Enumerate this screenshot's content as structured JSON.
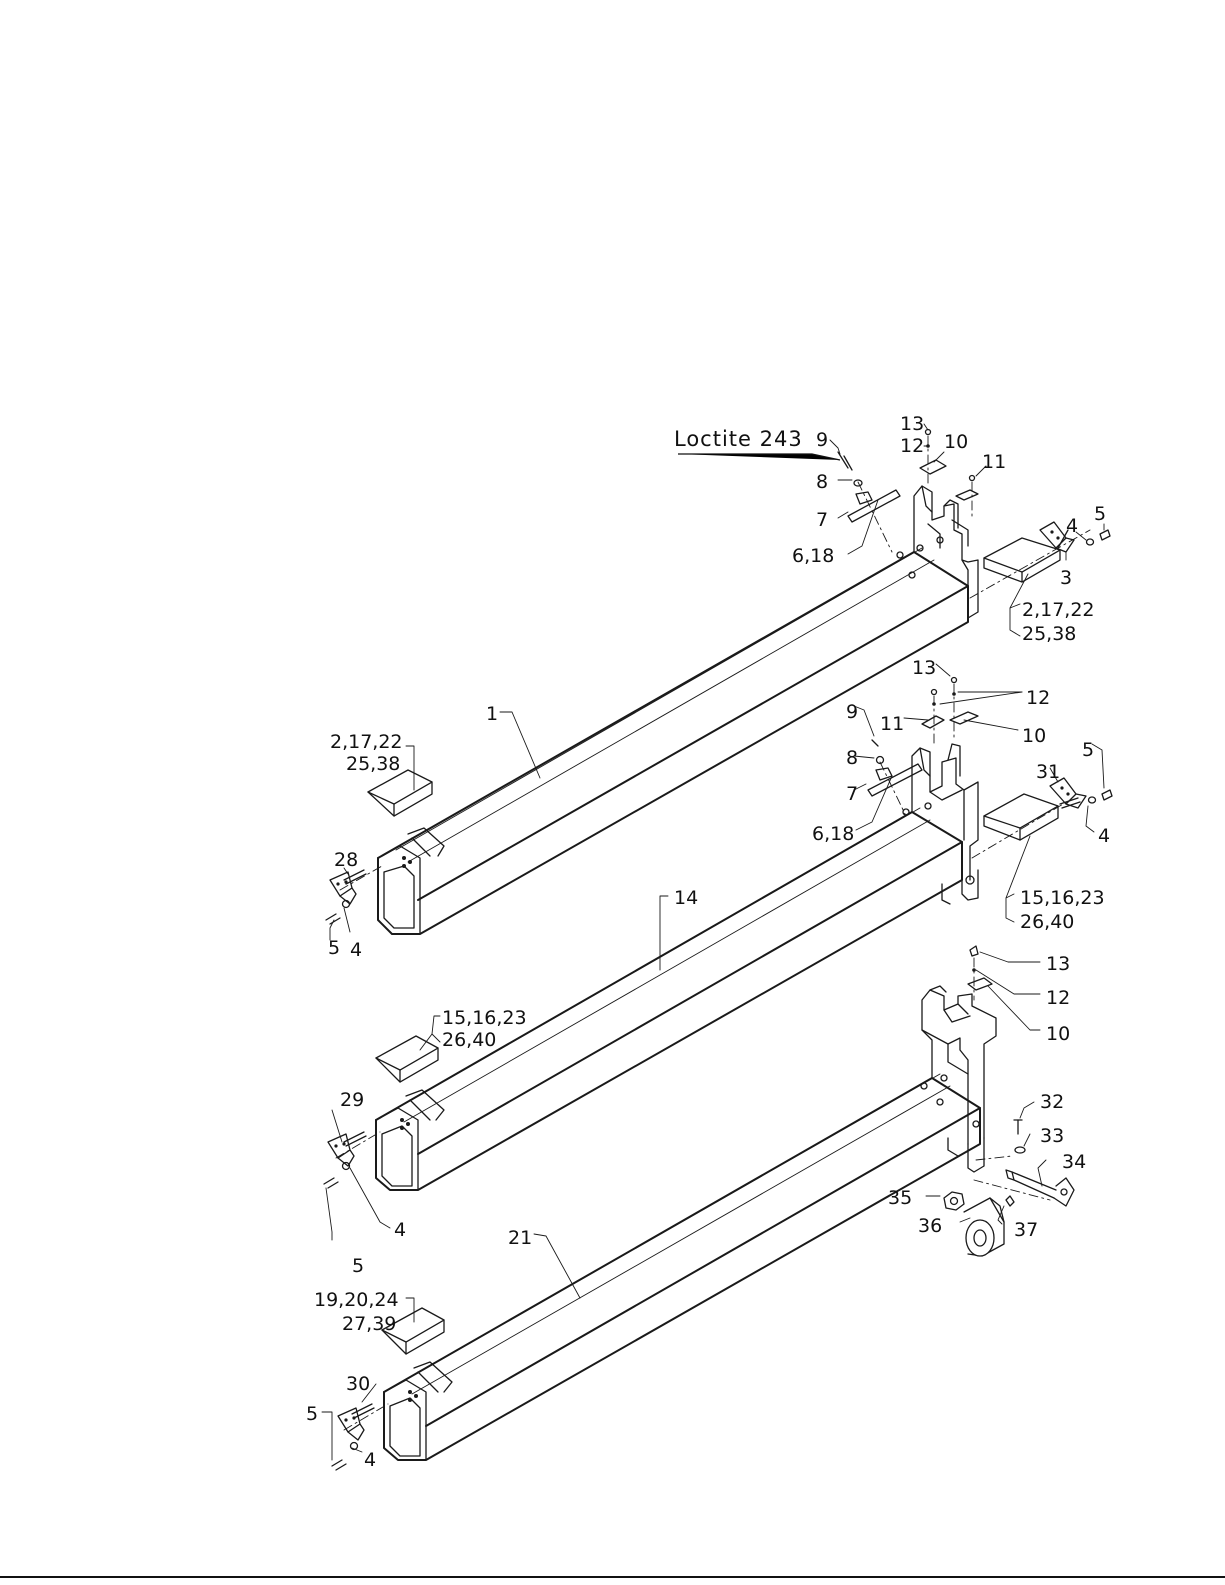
{
  "diagram": {
    "loctite_note": "Loctite 243",
    "callouts": {
      "top": {
        "c9": "9",
        "c8": "8",
        "c7": "7",
        "c6_18": "6,18",
        "c13": "13",
        "c12": "12",
        "c10": "10",
        "c11": "11",
        "c4": "4",
        "c5": "5",
        "c3": "3",
        "c2_17_22": "2,17,22",
        "c25_38": "25,38",
        "c1": "1",
        "left_2_17_22": "2,17,22",
        "left_25_38": "25,38",
        "c28": "28",
        "left_5": "5",
        "left_4": "4"
      },
      "middle": {
        "c13": "13",
        "c12": "12",
        "c11": "11",
        "c10": "10",
        "c9": "9",
        "c8": "8",
        "c7": "7",
        "c6_18": "6,18",
        "c31": "31",
        "c5": "5",
        "c4": "4",
        "c15_16_23": "15,16,23",
        "c26_40": "26,40",
        "c14": "14",
        "left_15_16_23": "15,16,23",
        "left_26_40": "26,40",
        "c29": "29",
        "left_4": "4",
        "left_5": "5"
      },
      "bottom": {
        "c13": "13",
        "c12": "12",
        "c10": "10",
        "c32": "32",
        "c33": "33",
        "c34": "34",
        "c35": "35",
        "c36": "36",
        "c37": "37",
        "c21": "21",
        "left_19_20_24": "19,20,24",
        "left_27_39": "27,39",
        "c30": "30",
        "left_5": "5",
        "left_4": "4"
      }
    }
  }
}
